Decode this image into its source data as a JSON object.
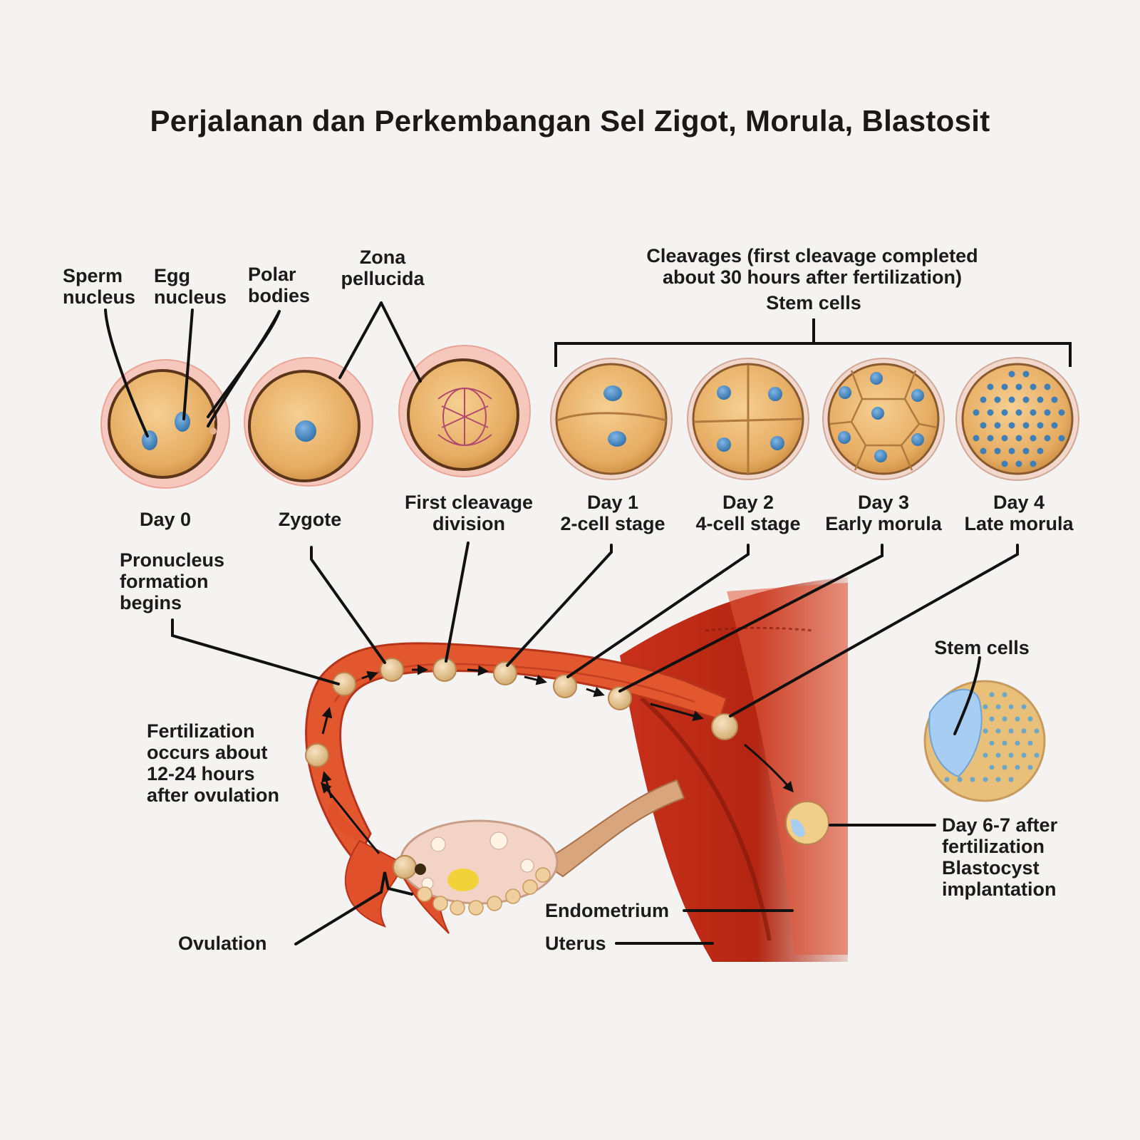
{
  "title": "Perjalanan dan Perkembangan Sel Zigot, Morula, Blastosit",
  "labels": {
    "sperm_nucleus": [
      "Sperm",
      "nucleus"
    ],
    "egg_nucleus": [
      "Egg",
      "nucleus"
    ],
    "polar_bodies": [
      "Polar",
      "bodies"
    ],
    "zona_pellucida": [
      "Zona",
      "pellucida"
    ],
    "cleavages": [
      "Cleavages (first cleavage completed",
      "about 30 hours after fertilization)"
    ],
    "stem_cells_top": "Stem cells",
    "day0": "Day 0",
    "zygote": "Zygote",
    "first_cleavage": [
      "First cleavage",
      "division"
    ],
    "day1": [
      "Day 1",
      "2-cell stage"
    ],
    "day2": [
      "Day 2",
      "4-cell stage"
    ],
    "day3": [
      "Day 3",
      "Early morula"
    ],
    "day4": [
      "Day 4",
      "Late morula"
    ],
    "pronucleus": [
      "Pronucleus",
      "formation",
      "begins"
    ],
    "fertilization": [
      "Fertilization",
      "occurs about",
      "12-24 hours",
      "after ovulation"
    ],
    "stem_cells_right": "Stem cells",
    "implantation": [
      "Day 6-7 after",
      "fertilization",
      "Blastocyst",
      "implantation"
    ],
    "endometrium": "Endometrium",
    "uterus": "Uterus",
    "ovulation": "Ovulation"
  },
  "colors": {
    "background": "#f4f3f2",
    "cell": "#e8b16a",
    "nucleus": "#3f86c4",
    "zona": "#f2b6ad",
    "tube": "#e0522f",
    "uterus": "#b72a14"
  }
}
